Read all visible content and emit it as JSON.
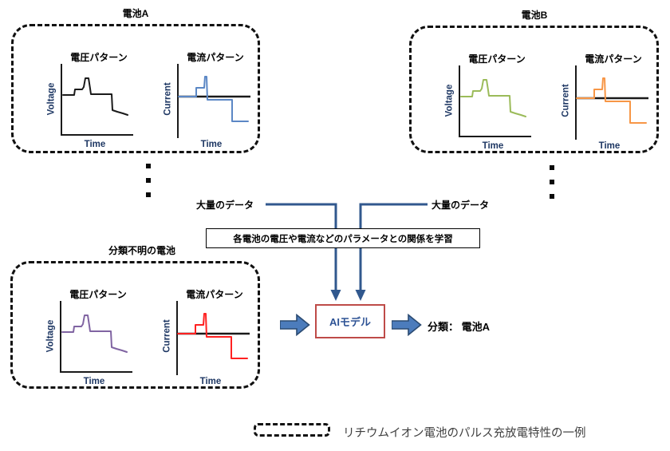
{
  "colors": {
    "connector": "#31588E",
    "block_arrow_fill": "#4C7CBC",
    "block_arrow_border": "#2B4B72",
    "ai_box_border": "#BE4B48",
    "ai_text": "#2E5395",
    "axis": "#1A1A1A",
    "chart_label": "#1F3864",
    "legend_text": "#3F3F3F"
  },
  "boxes": [
    {
      "label": "電池A",
      "voltage": {
        "title": "電圧パターン",
        "ylabel": "Voltage",
        "xlabel": "Time",
        "color": "#1A1A1A"
      },
      "current": {
        "title": "電流パターン",
        "ylabel": "Current",
        "xlabel": "Time",
        "color": "#5B87C5"
      }
    },
    {
      "label": "電池B",
      "voltage": {
        "title": "電圧パターン",
        "ylabel": "Voltage",
        "xlabel": "Time",
        "color": "#9BBB59"
      },
      "current": {
        "title": "電流パターン",
        "ylabel": "Current",
        "xlabel": "Time",
        "color": "#F79646"
      }
    },
    {
      "label": "分類不明の電池",
      "voltage": {
        "title": "電圧パターン",
        "ylabel": "Voltage",
        "xlabel": "Time",
        "color": "#8064A2"
      },
      "current": {
        "title": "電流パターン",
        "ylabel": "Current",
        "xlabel": "Time",
        "color": "#FF2121"
      }
    }
  ],
  "flow": {
    "data_label_left": "大量のデータ",
    "data_label_right": "大量のデータ",
    "learning_note": "各電池の電圧や電流などのパラメータとの関係を学習",
    "ai_model_label": "AIモデル",
    "result_label": "分類： 電池A"
  },
  "legend": {
    "text": "リチウムイオン電池のパルス充放電特性の一例"
  }
}
